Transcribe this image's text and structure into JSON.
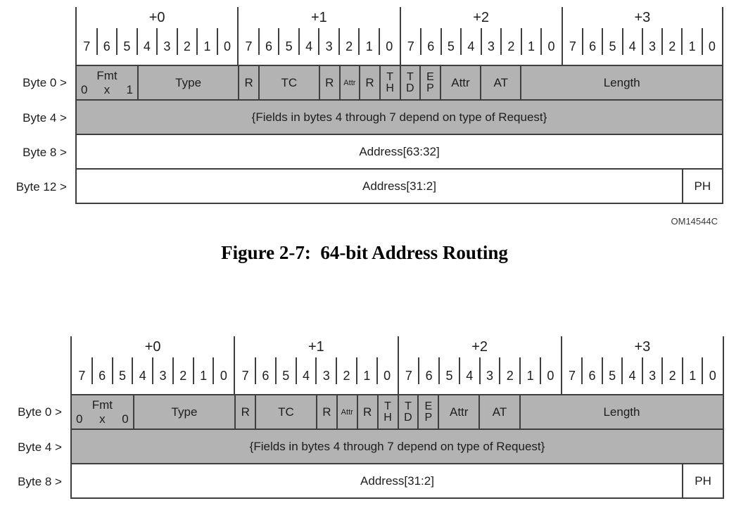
{
  "palette": {
    "cell_gray": "#b3b3b3",
    "line_color": "#3e3e3e",
    "text_color": "#1d1d1d"
  },
  "header_template": {
    "byte_offsets": [
      "+0",
      "+1",
      "+2",
      "+3"
    ],
    "bit_numbers": [
      "7",
      "6",
      "5",
      "4",
      "3",
      "2",
      "1",
      "0"
    ]
  },
  "diagram1": {
    "row_labels": {
      "byte0": "Byte 0 >",
      "byte4": "Byte 4 >",
      "byte8": "Byte 8 >",
      "byte12": "Byte 12 >"
    },
    "byte0_fields": {
      "fmt": {
        "label": "Fmt",
        "bits": [
          "0",
          "x",
          "1"
        ]
      },
      "type": "Type",
      "r1": "R",
      "tc": "TC",
      "r2": "R",
      "attr_small": "Attr",
      "r3": "R",
      "th": {
        "top": "T",
        "bottom": "H"
      },
      "td": {
        "top": "T",
        "bottom": "D"
      },
      "ep": {
        "top": "E",
        "bottom": "P"
      },
      "attr": "Attr",
      "at": "AT",
      "length": "Length"
    },
    "byte4_text": "{Fields in bytes 4 through 7 depend on type of Request}",
    "byte8_text": "Address[63:32]",
    "byte12_text": "Address[31:2]",
    "byte12_ph": "PH",
    "om_code": "OM14544C",
    "caption": "Figure 2-7:  64-bit Address Routing"
  },
  "diagram2": {
    "row_labels": {
      "byte0": "Byte 0 >",
      "byte4": "Byte 4 >",
      "byte8": "Byte 8 >"
    },
    "byte0_fields": {
      "fmt": {
        "label": "Fmt",
        "bits": [
          "0",
          "x",
          "0"
        ]
      },
      "type": "Type",
      "r1": "R",
      "tc": "TC",
      "r2": "R",
      "attr_small": "Attr",
      "r3": "R",
      "th": {
        "top": "T",
        "bottom": "H"
      },
      "td": {
        "top": "T",
        "bottom": "D"
      },
      "ep": {
        "top": "E",
        "bottom": "P"
      },
      "attr": "Attr",
      "at": "AT",
      "length": "Length"
    },
    "byte4_text": "{Fields in bytes 4 through 7 depend on type of Request}",
    "byte8_text": "Address[31:2]",
    "byte8_ph": "PH"
  }
}
